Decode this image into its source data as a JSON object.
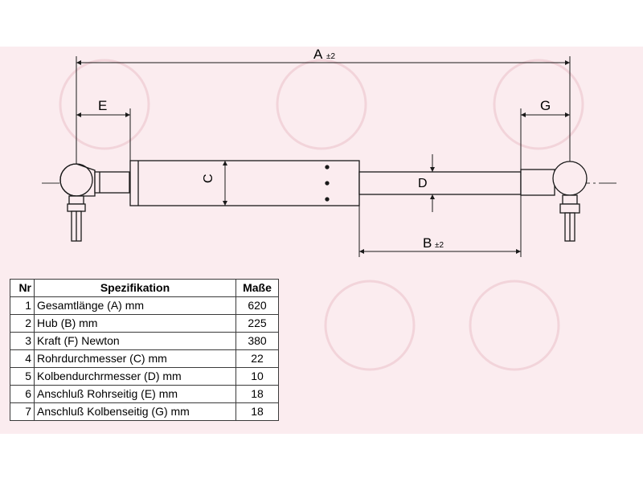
{
  "diagram": {
    "labels": {
      "a": "A",
      "a_tol": "±2",
      "b": "B",
      "b_tol": "±2",
      "c": "C",
      "d": "D",
      "e": "E",
      "g": "G"
    }
  },
  "table": {
    "headers": [
      "Nr",
      "Spezifikation",
      "Maße"
    ],
    "rows": [
      {
        "nr": "1",
        "spec": "Gesamtlänge (A) mm",
        "value": "620"
      },
      {
        "nr": "2",
        "spec": "Hub (B)  mm",
        "value": "225"
      },
      {
        "nr": "3",
        "spec": "Kraft (F) Newton",
        "value": "380"
      },
      {
        "nr": "4",
        "spec": "Rohrdurchmesser (C) mm",
        "value": "22"
      },
      {
        "nr": "5",
        "spec": "Kolbendurchrmesser (D) mm",
        "value": "10"
      },
      {
        "nr": "6",
        "spec": "Anschluß Rohrseitig (E) mm",
        "value": "18"
      },
      {
        "nr": "7",
        "spec": "Anschluß Kolbenseitig (G) mm",
        "value": "18"
      }
    ]
  },
  "colors": {
    "background_band": "#fbecef",
    "line": "#1a1a1a",
    "centerline": "#333333"
  }
}
